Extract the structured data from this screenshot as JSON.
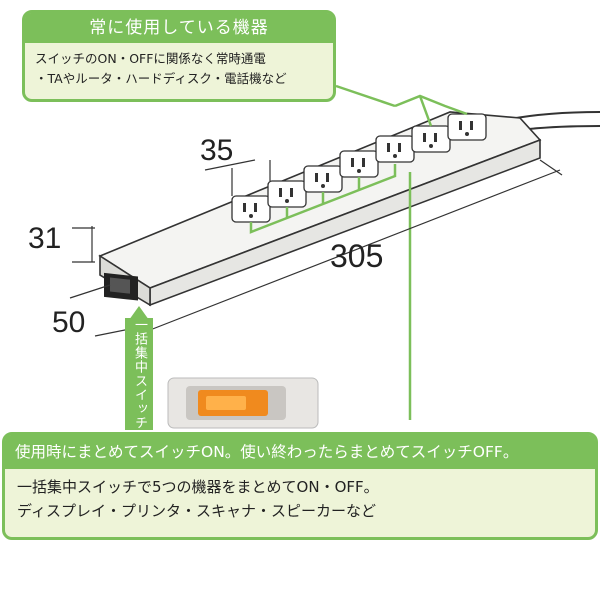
{
  "top_callout": {
    "title": "常に使用している機器",
    "line1": "スイッチのON・OFFに関係なく常時通電",
    "line2": "・TAやルータ・ハードディスク・電話機など"
  },
  "dimensions": {
    "width": "35",
    "height": "31",
    "length": "305",
    "depth": "50"
  },
  "switch_label": "一括集中スイッチ",
  "bottom_callout": {
    "title": "使用時にまとめてスイッチON。使い終わったらまとめてスイッチOFF。",
    "line1": "一括集中スイッチで5つの機器をまとめてON・OFF。",
    "line2": "ディスプレイ・プリンタ・スキャナ・スピーカーなど"
  },
  "colors": {
    "accent_green": "#7cbf5a",
    "callout_bg": "#eef4d8",
    "switch_orange": "#f08a1e"
  }
}
